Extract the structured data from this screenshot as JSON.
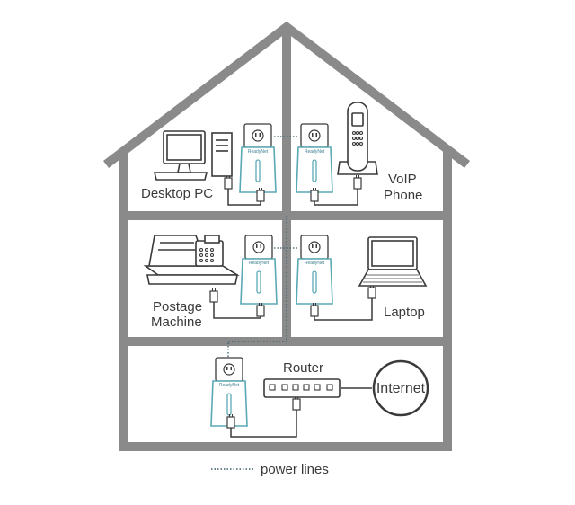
{
  "brand": "ReadyNet",
  "colors": {
    "house_wall": "#8a8a8a",
    "device_stroke": "#3a3a3a",
    "adapter_accent": "#5aa9b5",
    "power_line": "#3a5f6a"
  },
  "devices": {
    "desktop": {
      "label_line1": "Desktop PC"
    },
    "voip": {
      "label_line1": "VoIP",
      "label_line2": "Phone"
    },
    "postage": {
      "label_line1": "Postage",
      "label_line2": "Machine"
    },
    "laptop": {
      "label_line1": "Laptop"
    },
    "router": {
      "label_line1": "Router"
    },
    "internet": {
      "label_line1": "Internet"
    }
  },
  "legend": {
    "label": "power lines"
  }
}
